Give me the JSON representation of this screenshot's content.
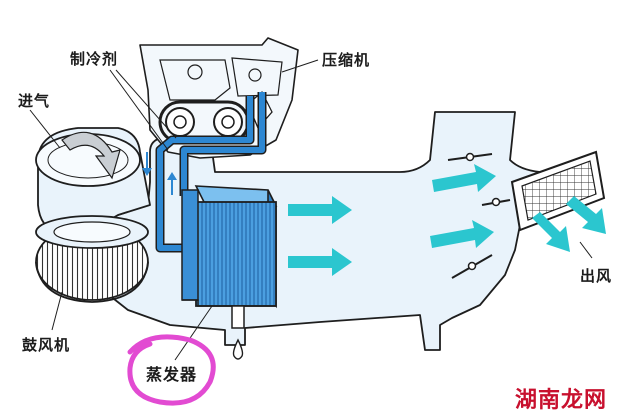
{
  "labels": {
    "refrigerant": "制冷剂",
    "compressor": "压缩机",
    "air_inlet": "进气",
    "air_outlet": "出风",
    "blower": "鼓风机",
    "evaporator": "蒸发器"
  },
  "watermark": "湖南龙网",
  "colors": {
    "housing": "#e9f3fb",
    "outline": "#1e1e1e",
    "pipe": "#2d87d2",
    "evaporator": "#4b9fe0",
    "airflow_arrow": "#2bc6cf",
    "highlight_circle": "#e24bd2",
    "watermark": "#c8102e"
  },
  "icons": [
    "airflow-arrow",
    "refrigerant-flow-arrow",
    "condensate-drop-icon"
  ]
}
